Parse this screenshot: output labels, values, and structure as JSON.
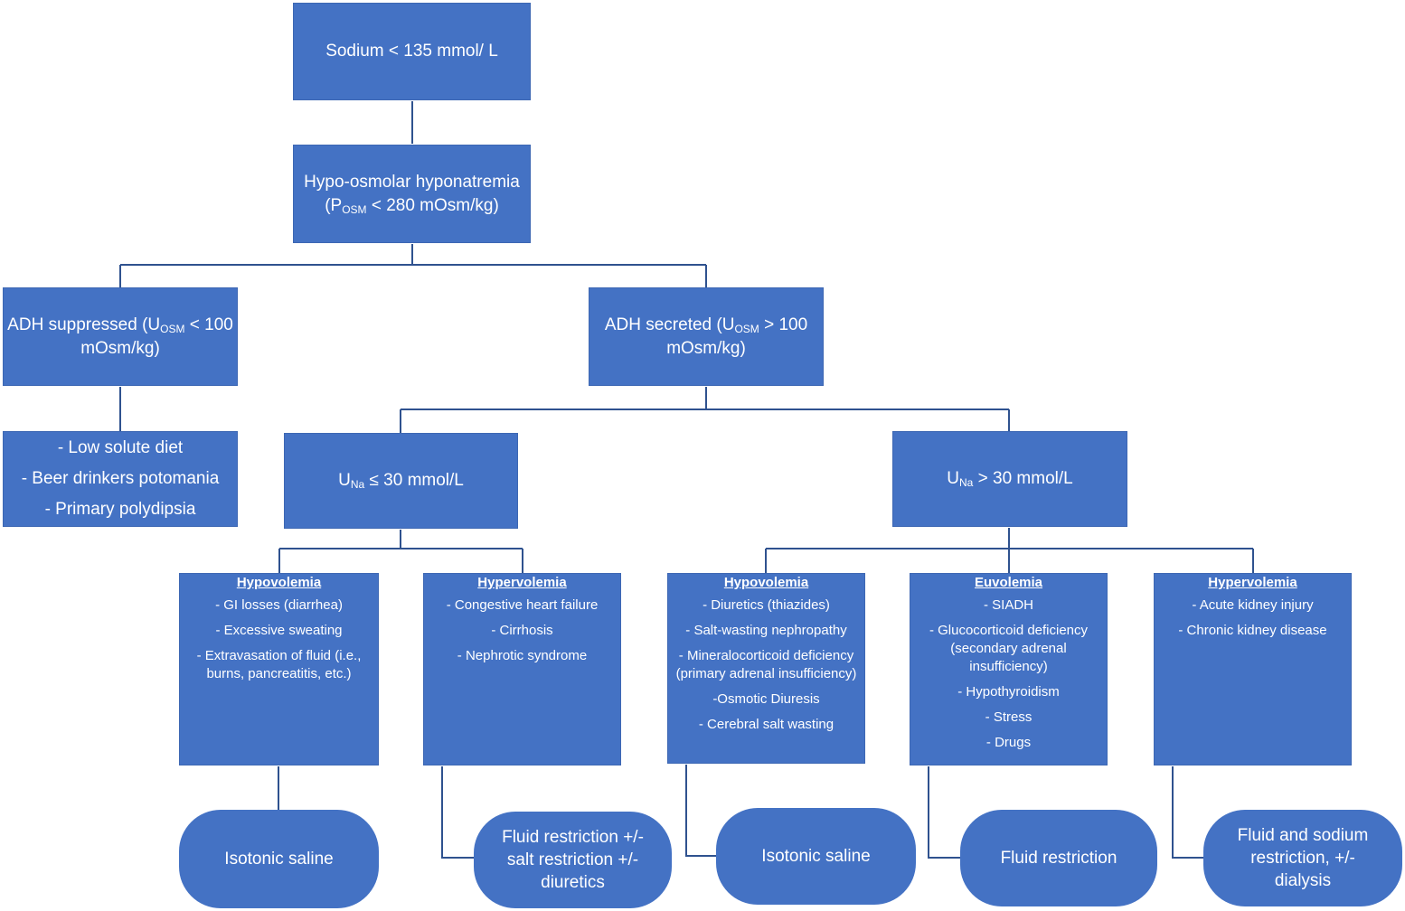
{
  "colors": {
    "box_fill": "#4472C4",
    "connector": "#2F528F",
    "text": "#FFFFFF"
  },
  "root": {
    "text": "Sodium < 135 mmol/ L"
  },
  "hypo_osmolar": {
    "line1": "Hypo-osmolar hyponatremia",
    "line2_pre": "(P",
    "line2_sub": "OSM",
    "line2_post": " < 280 mOsm/kg)"
  },
  "adh_suppressed": {
    "pre": "ADH suppressed (U",
    "sub": "OSM",
    "post": " < 100 mOsm/kg)"
  },
  "adh_secreted": {
    "pre": "ADH secreted (U",
    "sub": "OSM",
    "post": " > 100 mOsm/kg)"
  },
  "suppressed_causes": [
    "- Low solute diet",
    "- Beer drinkers potomania",
    "- Primary polydipsia"
  ],
  "urine_sodium_low": {
    "pre": "U",
    "sub": "Na",
    "post": " ≤ 30 mmol/L"
  },
  "urine_sodium_high": {
    "pre": "U",
    "sub": "Na",
    "post": " > 30 mmol/L"
  },
  "volume_status": [
    {
      "heading": "Hypovolemia",
      "items": [
        "- GI losses (diarrhea)",
        "- Excessive sweating",
        "- Extravasation of fluid (i.e., burns,  pancreatitis, etc.)"
      ]
    },
    {
      "heading": "Hypervolemia",
      "items": [
        "- Congestive heart failure",
        "- Cirrhosis",
        "- Nephrotic syndrome"
      ]
    },
    {
      "heading": "Hypovolemia",
      "items": [
        "- Diuretics (thiazides)",
        "- Salt-wasting nephropathy",
        "- Mineralocorticoid deficiency (primary adrenal insufficiency)",
        "-Osmotic Diuresis",
        "- Cerebral salt wasting"
      ]
    },
    {
      "heading": "Euvolemia",
      "items": [
        "- SIADH",
        "- Glucocorticoid deficiency (secondary adrenal insufficiency)",
        "- Hypothyroidism",
        "- Stress",
        "- Drugs"
      ]
    },
    {
      "heading": "Hypervolemia",
      "items": [
        "- Acute kidney injury",
        "- Chronic kidney disease"
      ]
    }
  ],
  "treatments": [
    "Isotonic saline",
    "Fluid restriction +/- salt restriction +/- diuretics",
    "Isotonic saline",
    "Fluid restriction",
    "Fluid and sodium restriction, +/- dialysis"
  ]
}
